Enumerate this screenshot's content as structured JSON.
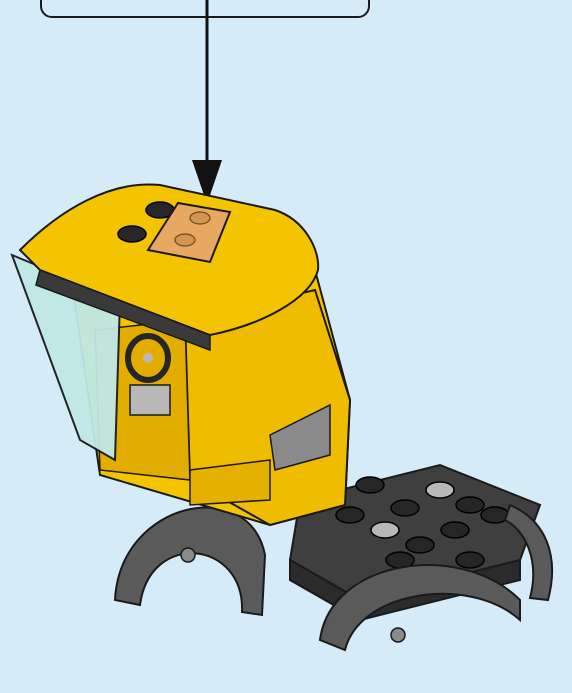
{
  "instruction": {
    "callout": "empty-callout-box",
    "arrow": "pointing-down-to-part",
    "highlighted_part": "tan-1x2-plate-on-cab-roof"
  },
  "model": {
    "subject": "yellow-truck-cab",
    "colors": {
      "background": "#d6ebf8",
      "cab_yellow": "#f5c400",
      "cab_yellow_shade": "#d9a800",
      "glass": "#bfe8e6",
      "dark_grey": "#4a4a4a",
      "black": "#262626",
      "light_grey": "#b8b8b8",
      "tan": "#e8a862"
    }
  }
}
